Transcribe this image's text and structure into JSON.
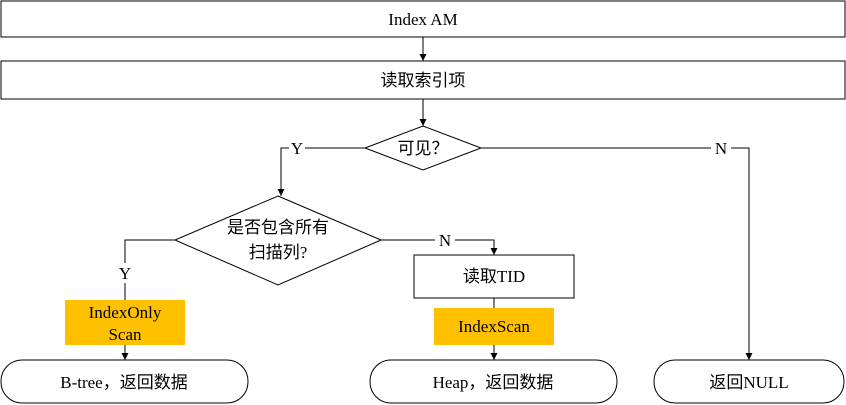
{
  "colors": {
    "stroke": "#000000",
    "highlight": "#ffc000",
    "background": "#ffffff"
  },
  "nodes": {
    "index_am": "Index AM",
    "read_index_item": "读取索引项",
    "visible_decision": "可见？",
    "contains_all_cols_line1": "是否包含所有",
    "contains_all_cols_line2": "扫描列?",
    "read_tid": "读取TID",
    "index_only_scan_line1": "IndexOnly",
    "index_only_scan_line2": "Scan",
    "index_scan": "IndexScan",
    "btree_return": "B-tree，返回数据",
    "heap_return": "Heap，返回数据",
    "return_null": "返回NULL"
  },
  "edges": {
    "visible_yes": "Y",
    "visible_no": "N",
    "contains_yes": "Y",
    "contains_no": "N"
  }
}
